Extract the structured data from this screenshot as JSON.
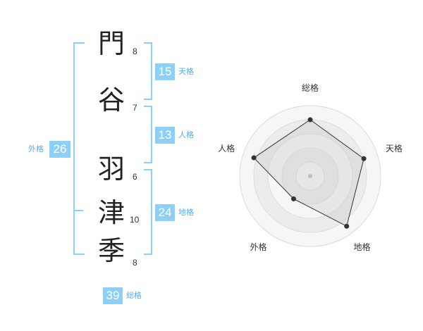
{
  "name_chars": [
    {
      "char": "門",
      "strokes": "8"
    },
    {
      "char": "谷",
      "strokes": "7"
    },
    {
      "char": "羽",
      "strokes": "6"
    },
    {
      "char": "津",
      "strokes": "10"
    },
    {
      "char": "季",
      "strokes": "8"
    }
  ],
  "kakusu": {
    "tenkaku": {
      "value": "15",
      "label": "天格"
    },
    "jinkaku": {
      "value": "13",
      "label": "人格"
    },
    "chikaku": {
      "value": "24",
      "label": "地格"
    },
    "gaikaku": {
      "value": "26",
      "label": "外格"
    },
    "soukaku": {
      "value": "39",
      "label": "総格"
    }
  },
  "colors": {
    "accent": "#8dd0f7",
    "label": "#5aaee0",
    "radar_fill": "#efefef",
    "ring": "#dddddd"
  },
  "chart_data": {
    "type": "radar",
    "axes": [
      "総格",
      "天格",
      "地格",
      "外格",
      "人格"
    ],
    "values": [
      0.8,
      0.8,
      0.88,
      0.4,
      0.84
    ],
    "max": 1.0,
    "rings": 5
  }
}
